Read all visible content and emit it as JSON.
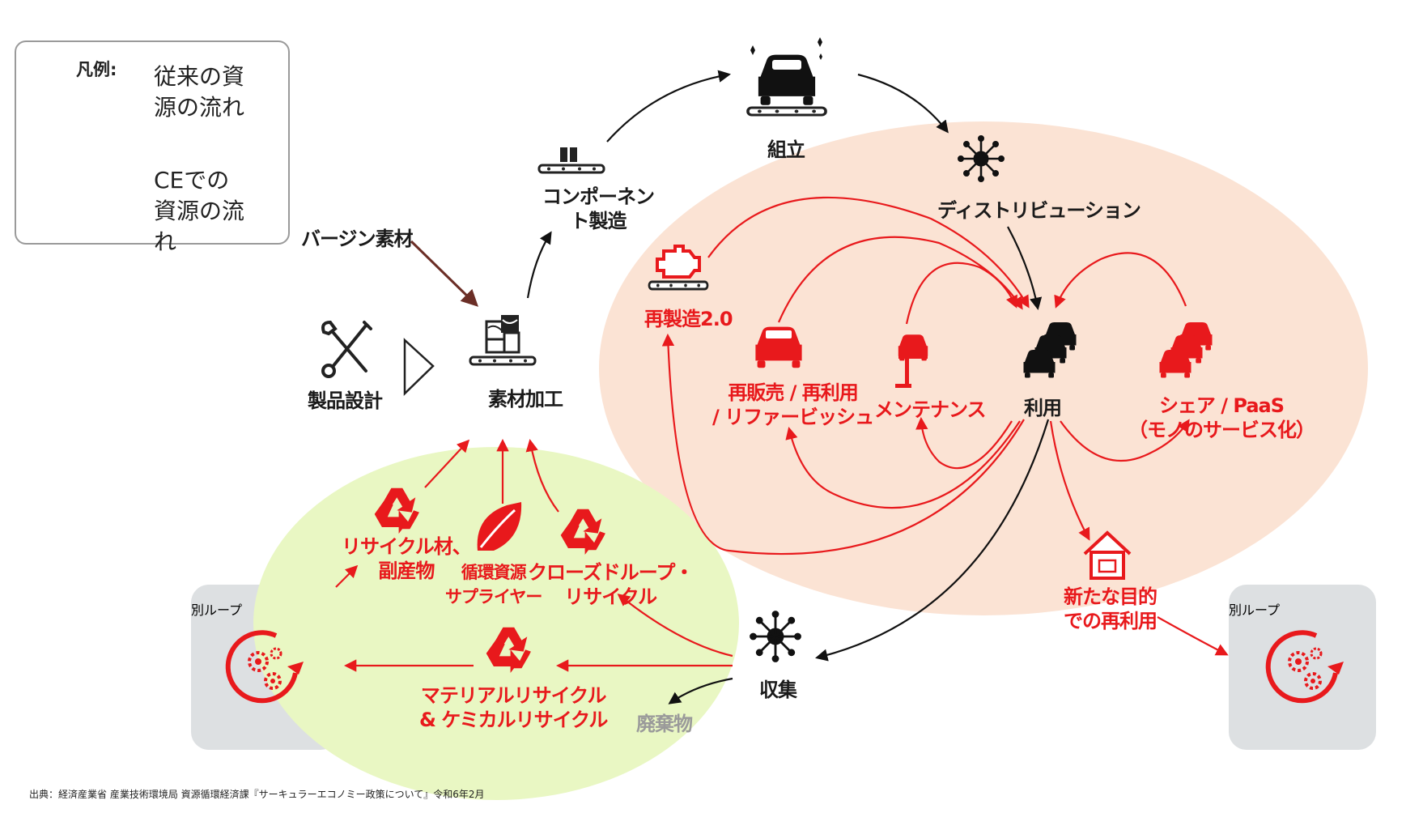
{
  "legend": {
    "title": "凡例:",
    "conventional": "従来の資源の流れ",
    "ce": "CEでの資源の流れ"
  },
  "colors": {
    "conventional": "#111111",
    "ce": "#e8191c",
    "virgin": "#6b2e26",
    "use_zone": "#fbe3d4",
    "recycle_zone": "#e9f7c3",
    "other_loop": "#dde0e2",
    "waste": "#9a9a9a"
  },
  "nodes": {
    "virgin_material": "バージン素材",
    "product_design": "製品設計",
    "material_processing": "素材加工",
    "component_mfg": [
      "コンポーネン",
      "ト製造"
    ],
    "assembly": "組立",
    "distribution": "ディストリビューション",
    "remanufacturing": "再製造2.0",
    "resale": [
      "再販売 / 再利用",
      "/ リファービッシュ"
    ],
    "maintenance": "メンテナンス",
    "use": "利用",
    "share": [
      "シェア / PaaS",
      "（モノのサービス化）"
    ],
    "new_purpose": [
      "新たな目的",
      "での再利用"
    ],
    "collection": "収集",
    "waste": "廃棄物",
    "recycled_material": [
      "リサイクル材、",
      "副産物"
    ],
    "circular_supplier": [
      "循環資源",
      "サプライヤー"
    ],
    "closed_loop": [
      "クローズドループ・",
      "リサイクル"
    ],
    "material_chemical": [
      "マテリアルリサイクル",
      "&  ケミカルリサイクル"
    ],
    "other_loop": "別ループ"
  },
  "icons": {
    "product_design": "tools-icon",
    "material_processing": "material-conveyor-icon",
    "component_mfg": "component-conveyor-icon",
    "assembly": "car-conveyor-icon",
    "distribution": "network-hub-icon",
    "remanufacturing": "engine-conveyor-icon",
    "resale": "car-icon",
    "maintenance": "car-lift-icon",
    "use": "car-stack-icon",
    "share": "car-stack-icon",
    "new_purpose": "house-icon",
    "collection": "network-hub-icon",
    "recycle": "recycle-icon",
    "leaf": "leaf-icon",
    "other_loop": "gears-cycle-icon"
  },
  "source": "出典：経済産業省 産業技術環境局 資源循環経済課『サーキュラーエコノミー政策について』令和6年2月"
}
